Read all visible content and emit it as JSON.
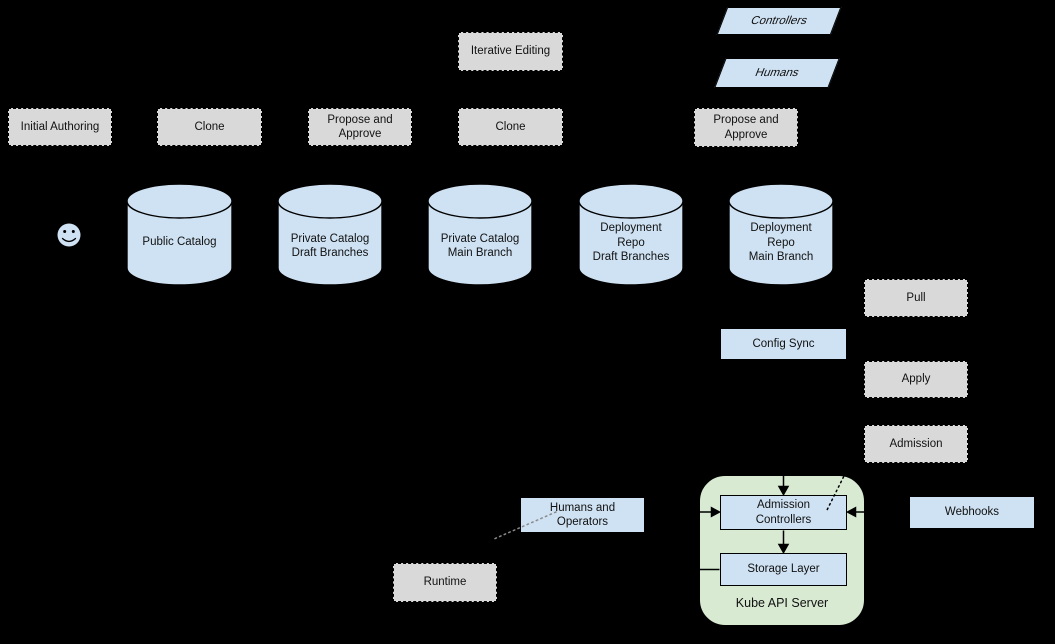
{
  "diagram_type": "flowchart",
  "colors": {
    "background": "#000000",
    "stage_fill": "#d9d9d9",
    "blue_fill": "#cfe2f3",
    "green_fill": "#d9ead3",
    "border": "#000000",
    "dotted_gray": "#8a8a8a",
    "text": "#111111"
  },
  "labels": {
    "initial_authoring": "Initial Authoring",
    "clone_1": "Clone",
    "propose_and_approve_1": "Propose and\nApprove",
    "iterative_editing": "Iterative Editing",
    "clone_2": "Clone",
    "propose_and_approve_2": "Propose and\nApprove",
    "controllers": "Controllers",
    "humans": "Humans",
    "pull": "Pull",
    "config_sync": "Config Sync",
    "apply": "Apply",
    "admission": "Admission",
    "webhooks": "Webhooks",
    "humans_and_operators": "Humans and\nOperators",
    "runtime": "Runtime",
    "admission_controllers": "Admission\nControllers",
    "storage_layer": "Storage Layer",
    "kube_api_server": "Kube API Server",
    "cylinders": [
      "Public Catalog",
      "Private Catalog\nDraft Branches",
      "Private Catalog\nMain Branch",
      "Deployment\nRepo\nDraft Branches",
      "Deployment\nRepo\nMain Branch"
    ]
  },
  "icons": {
    "smiley": "smiley-face"
  },
  "edges": [
    {
      "from": "config_sync",
      "to": "admission_controllers",
      "style": "solid-arrow"
    },
    {
      "from": "humans_and_operators",
      "to": "admission_controllers",
      "style": "solid-arrow"
    },
    {
      "from": "webhooks",
      "to": "admission_controllers",
      "style": "solid-arrow"
    },
    {
      "from": "admission_controllers",
      "to": "storage_layer",
      "style": "solid-arrow"
    },
    {
      "from": "storage_layer",
      "to": "runtime",
      "style": "solid-arrow"
    },
    {
      "from": "admission",
      "to": "admission_controllers",
      "style": "dotted"
    },
    {
      "from": "humans_and_operators",
      "to": "apply-flow",
      "style": "dotted"
    }
  ]
}
